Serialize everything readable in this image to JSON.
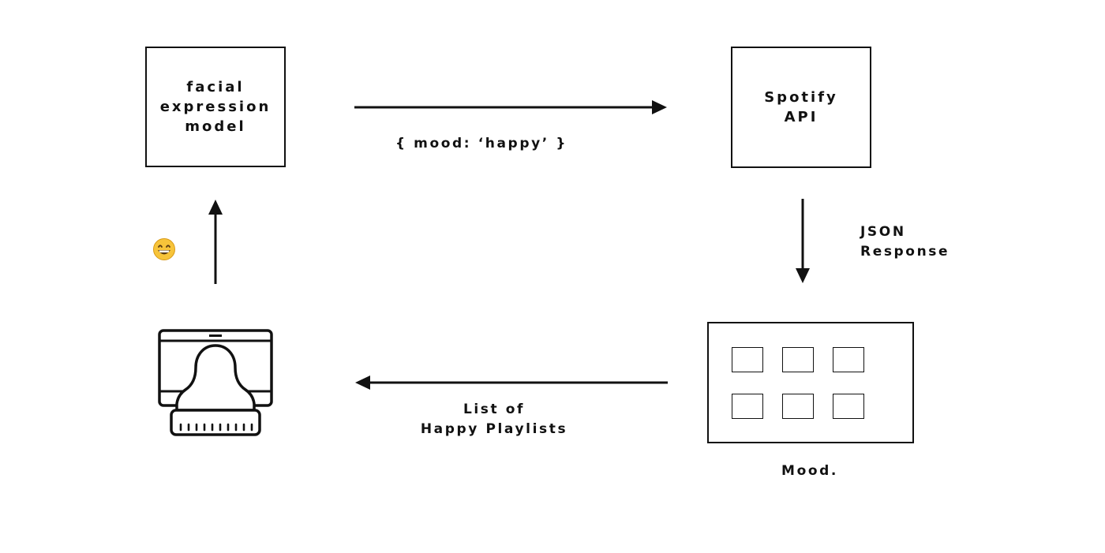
{
  "nodes": {
    "model_label": "facial\nexpression\nmodel",
    "spotify_label": "Spotify\nAPI",
    "app_caption": "Mood."
  },
  "edges": {
    "mood_payload": "{ mood: ‘happy’ }",
    "json_response": "JSON\nResponse",
    "playlists": "List of\nHappy Playlists"
  },
  "icons": {
    "user": "user-at-computer-icon",
    "emoji": "grinning-face-emoji",
    "app_tiles": 6
  },
  "colors": {
    "stroke": "#111111",
    "background": "#ffffff",
    "emoji_face": "#f7c43a"
  }
}
